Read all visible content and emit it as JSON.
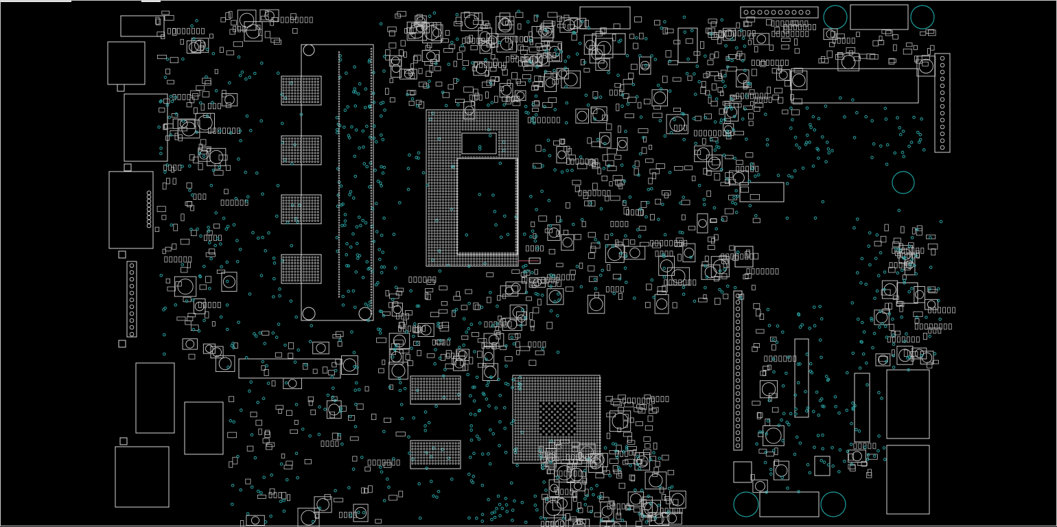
{
  "board": {
    "colors": {
      "background": "#000000",
      "outline": "#d9d9d9",
      "via": "#2aa6a6",
      "ring": "#1ea0a0",
      "trace_highlight": "#c05a6a"
    },
    "icons": [
      "board-outline",
      "component-outline",
      "via-ring",
      "mounting-hole"
    ]
  }
}
